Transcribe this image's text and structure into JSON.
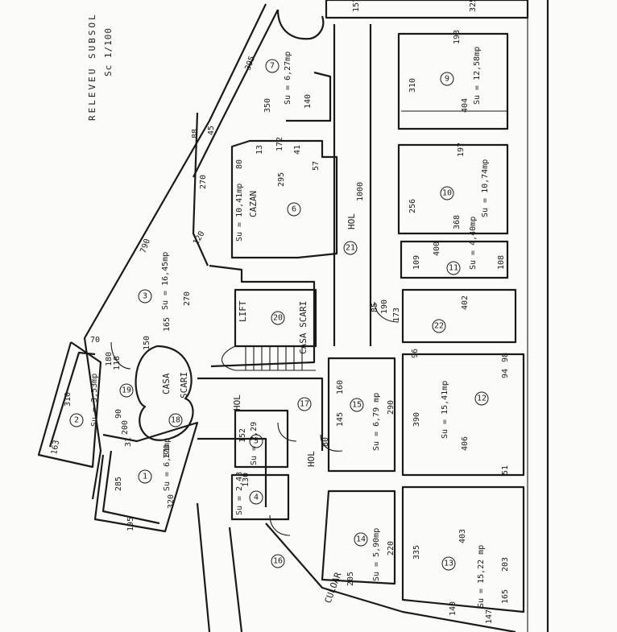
{
  "title_block": {
    "title": "RELEVEU SUBSOL",
    "scale": "Sc 1/100"
  },
  "labels": {
    "hol_main": "HOL",
    "hol_small": "HOL",
    "hol_lower": "HOL",
    "casa_scari_main": "CASA SCARI",
    "casa_scari_upper": "CASA",
    "casa_scari_upper2": "SCARI",
    "lift": "LIFT",
    "cazan": "CAZAN",
    "culoar": "CULOAR"
  },
  "rooms": [
    {
      "num": "1",
      "area": "Su = 6,81mp"
    },
    {
      "num": "2",
      "area": "Su = 3,53mp"
    },
    {
      "num": "3",
      "area": "Su = 16,45mp"
    },
    {
      "num": "4",
      "area": "Su = 2,43"
    },
    {
      "num": "5",
      "area": "Su = 2,29"
    },
    {
      "num": "6",
      "area": "Su = 10,41mp"
    },
    {
      "num": "7",
      "area": "Su = 6,27mp"
    },
    {
      "num": "9",
      "area": "Su = 12,58mp"
    },
    {
      "num": "10",
      "area": "Su = 10,74mp"
    },
    {
      "num": "11",
      "area": "Su = 4,40mp"
    },
    {
      "num": "12",
      "area": "Su = 15,41mp"
    },
    {
      "num": "13",
      "area": "Su = 15,22 mp"
    },
    {
      "num": "14",
      "area": "Su = 5,90mp"
    },
    {
      "num": "15",
      "area": "Su = 6,79 mp"
    },
    {
      "num": "16",
      "area": ""
    },
    {
      "num": "17",
      "area": ""
    },
    {
      "num": "18",
      "area": ""
    },
    {
      "num": "19",
      "area": ""
    },
    {
      "num": "20",
      "area": ""
    },
    {
      "num": "21",
      "area": ""
    },
    {
      "num": "22",
      "area": ""
    }
  ],
  "dims": {
    "d1000": "1000",
    "d790": "790",
    "d395": "395",
    "d350": "350",
    "d140": "140",
    "d270a": "270",
    "d270b": "270",
    "d120": "120",
    "d165": "165",
    "d150": "150",
    "d70": "70",
    "d310": "310",
    "d163": "163",
    "d285": "285",
    "d195": "195",
    "d320": "320",
    "d170": "170",
    "d200": "200",
    "d90": "90",
    "d31": "31",
    "d295": "295",
    "d172": "172",
    "d80": "80",
    "d13": "13",
    "d41": "41",
    "d57": "57",
    "d193": "193",
    "d310b": "310",
    "d404": "404",
    "d197": "197",
    "d256": "256",
    "d368": "368",
    "d109": "109",
    "d108": "108",
    "d400": "400",
    "d402": "402",
    "d173": "173",
    "d390": "390",
    "d406": "406",
    "d145": "145",
    "d290": "290",
    "d335": "335",
    "d403": "403",
    "d220": "220",
    "d205": "205",
    "d160": "160",
    "d130": "130",
    "d152": "152",
    "d180": "180",
    "d190": "190",
    "d85": "85",
    "d118": "118",
    "d80b": "80",
    "d45": "45",
    "d88": "88",
    "d94": "94",
    "d51": "51",
    "d96": "96",
    "d98": "98",
    "d165b": "165",
    "d147": "147",
    "d140b": "140",
    "d157": "157",
    "d325": "325",
    "d203": "203"
  }
}
